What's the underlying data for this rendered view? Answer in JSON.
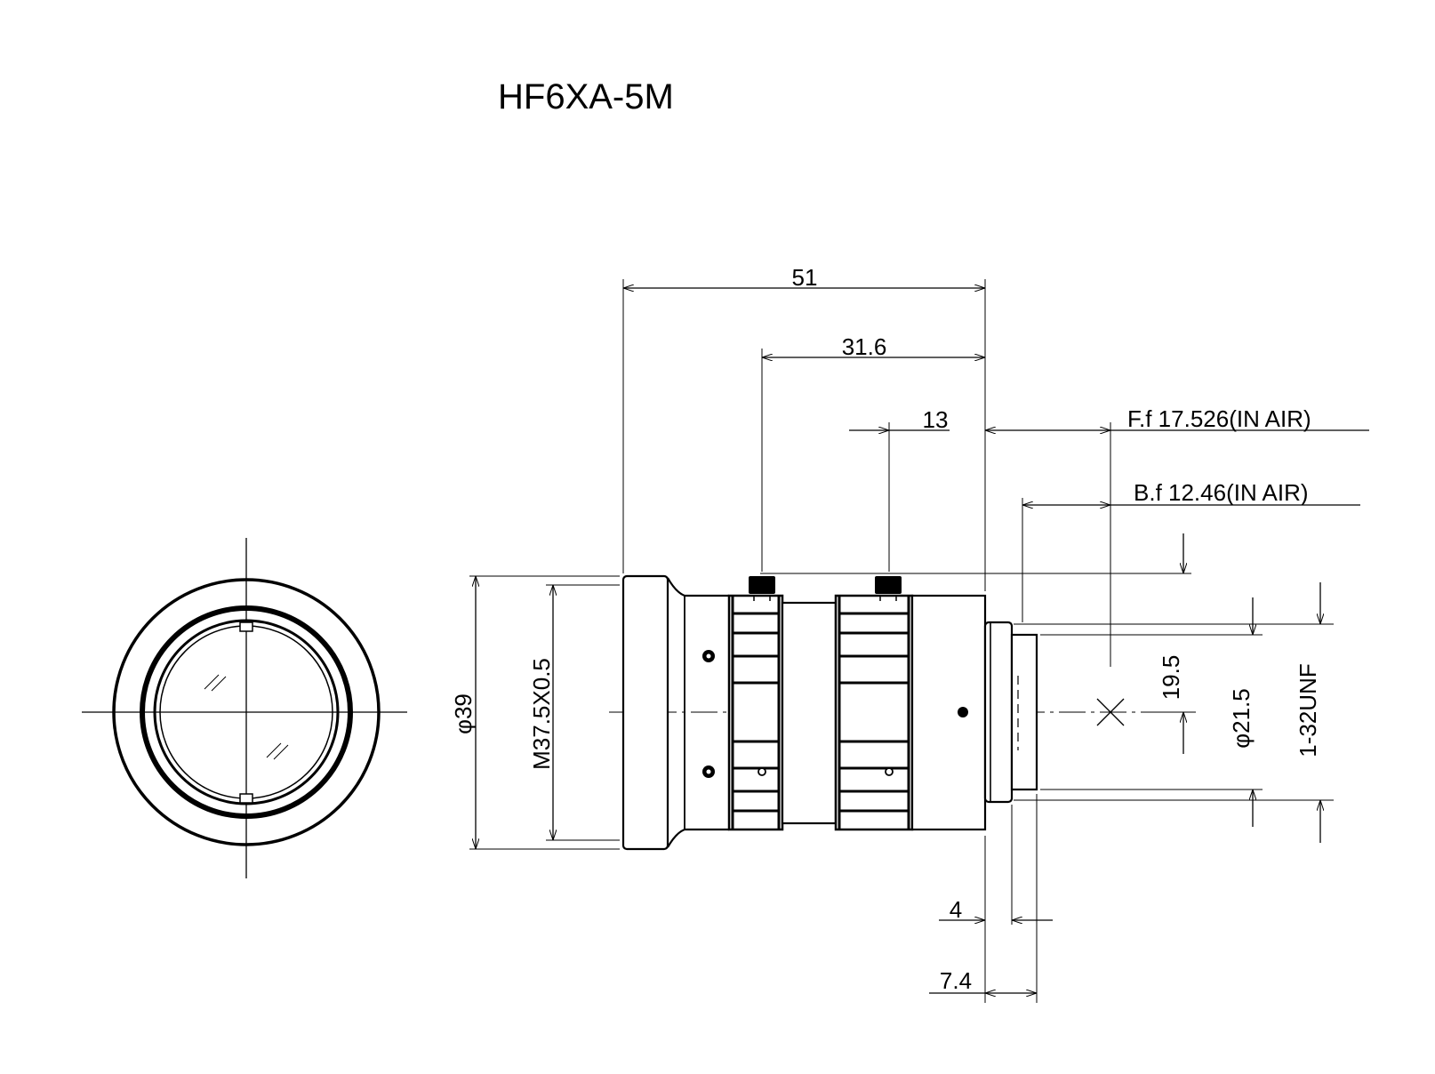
{
  "title": "HF6XA-5M",
  "dimensions": {
    "overall_length": "51",
    "d_31_6": "31.6",
    "d_13": "13",
    "front_focus": "F.f 17.526(IN AIR)",
    "back_focus": "B.f 12.46(IN AIR)",
    "d_4": "4",
    "d_7_4": "7.4",
    "diameter_39": "φ39",
    "filter_thread": "M37.5X0.5",
    "d_19_5": "19.5",
    "diameter_21_5": "φ21.5",
    "mount_thread": "1-32UNF"
  }
}
